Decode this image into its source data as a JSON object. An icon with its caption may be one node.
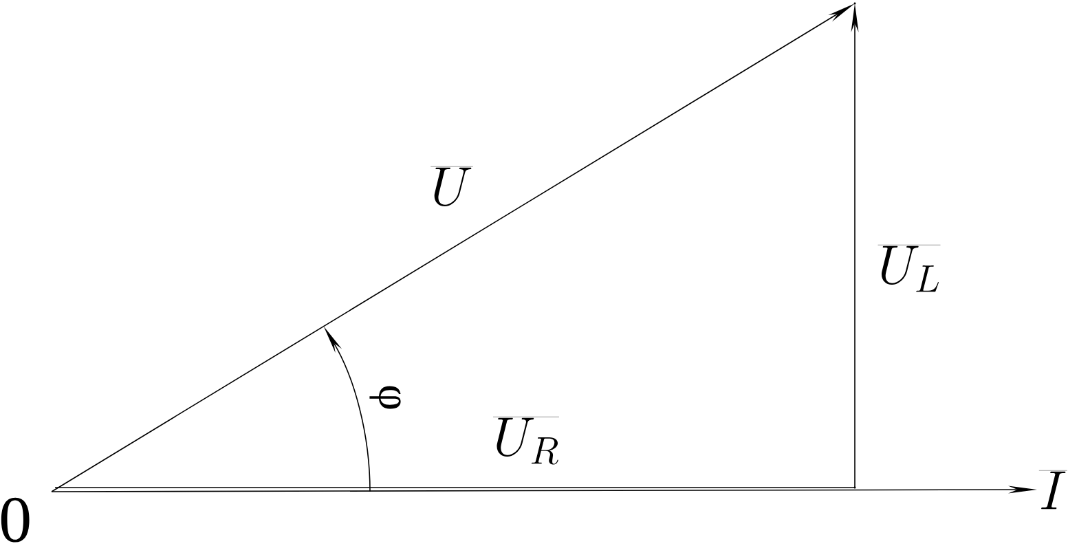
{
  "diagram": {
    "nodes": [
      {
        "text": [
          "0"
        ]
      },
      {
        "text": [],
        "shape": "point"
      },
      {
        "text": [],
        "shape": "point"
      },
      {
        "text": [
          "\\overline{I}"
        ]
      }
    ],
    "edges": [
      {
        "from": 0,
        "to": 1,
        "arrow": "to",
        "label": "\\overline{U}"
      },
      {
        "from": 0,
        "to": 2,
        "arrow": "none",
        "label": "\\overline{U_R}"
      },
      {
        "from": 2,
        "to": 1,
        "arrow": "to",
        "label": "\\overline{U_L}"
      },
      {
        "from": 0,
        "to": 3,
        "arrow": "to"
      }
    ],
    "labels": [
      "φ"
    ]
  }
}
